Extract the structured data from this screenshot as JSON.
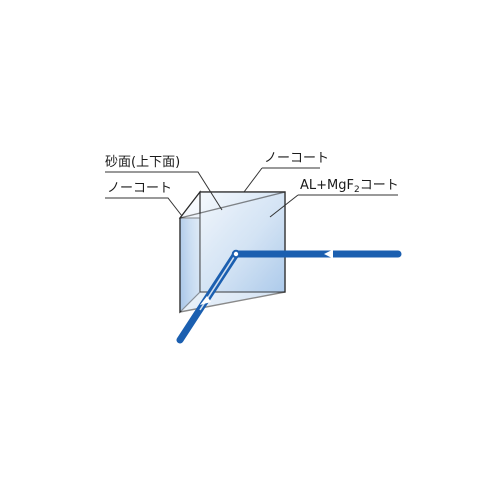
{
  "labels": {
    "frosted_surfaces": "砂面(上下面)",
    "no_coat_left": "ノーコート",
    "no_coat_top": "ノーコート",
    "reflective_coat": "AL+MgF",
    "reflective_coat_subscript": "2",
    "reflective_coat_suffix": "コート"
  },
  "colors": {
    "beam": "#1b5fb0",
    "prism_face_light": "#eef4fb",
    "prism_face_mid": "#cfdff1",
    "prism_face_dark": "#9ec0e6",
    "prism_edge": "#2a2a2a",
    "leader_line": "#333333"
  }
}
